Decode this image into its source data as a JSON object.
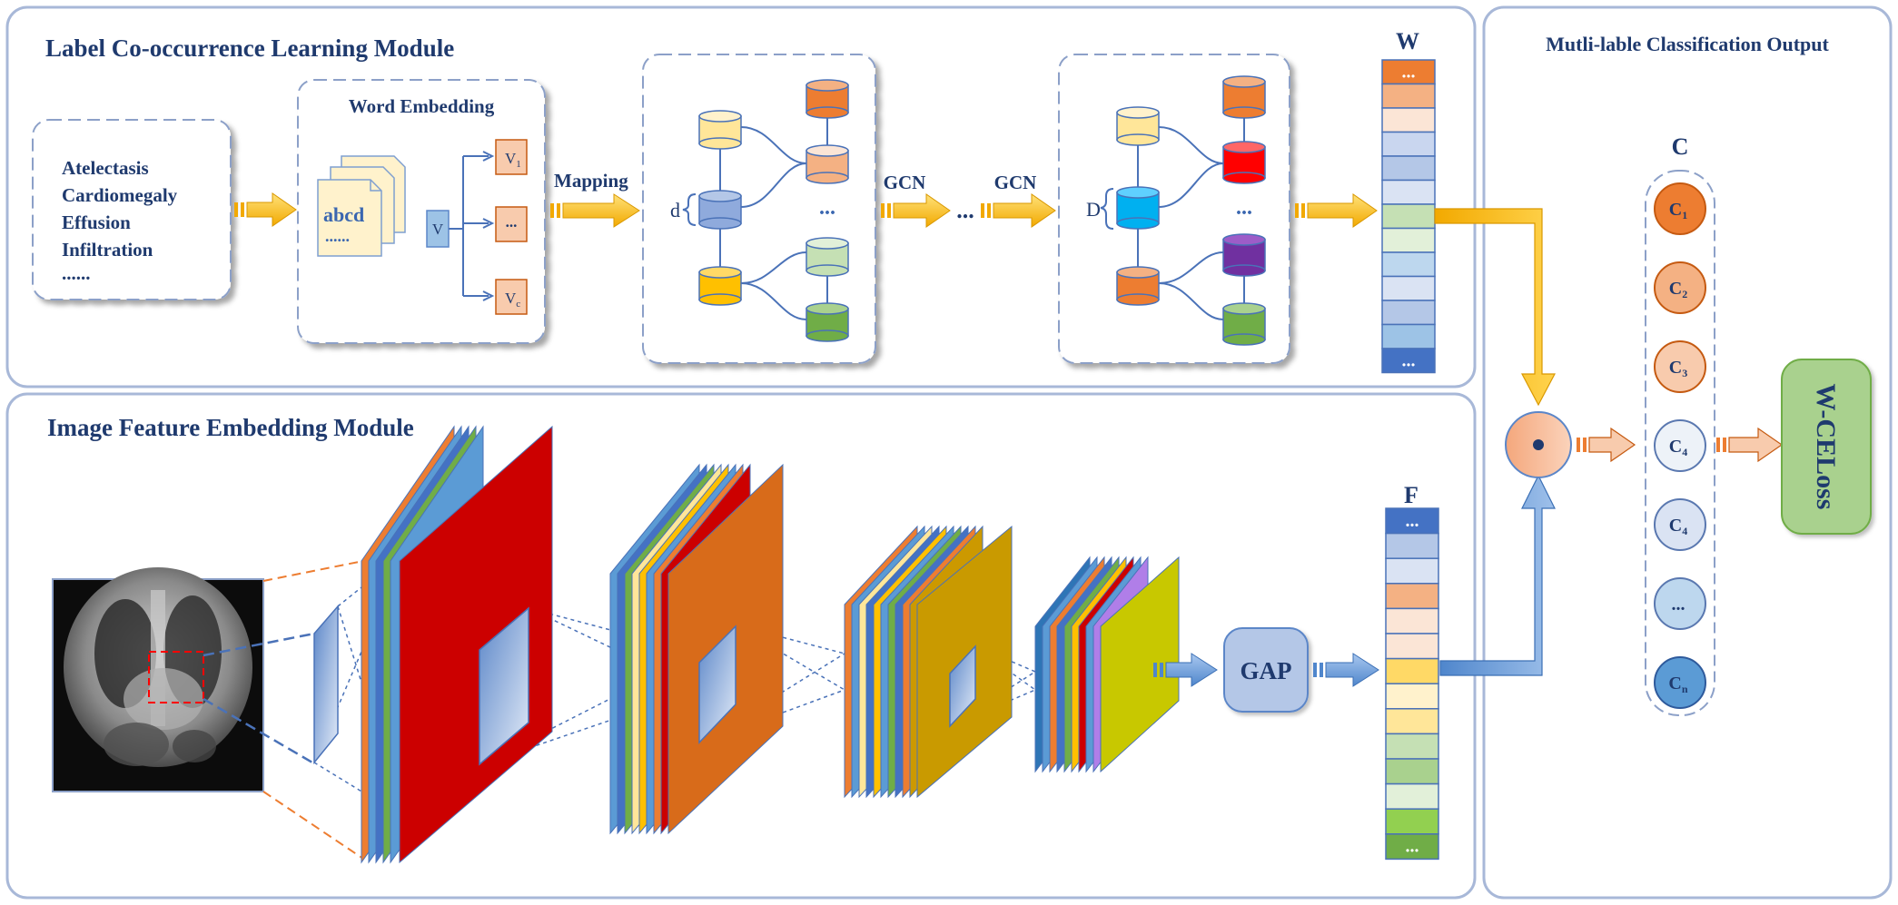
{
  "panels": {
    "label_module_title": "Label Co-occurrence Learning Module",
    "image_module_title": "Image Feature Embedding Module",
    "output_title": "Mutli-lable Classification Output"
  },
  "labels_box": {
    "items": [
      "Atelectasis",
      "Cardiomegaly",
      "Effusion",
      "Infiltration",
      "......"
    ]
  },
  "word_embedding": {
    "title": "Word Embedding",
    "doc_text": "abcd",
    "doc_dots": "......",
    "v_label": "V",
    "outputs": [
      "V",
      "...",
      "V"
    ],
    "output_subs": [
      "1",
      "",
      "c"
    ]
  },
  "arrows": {
    "mapping": "Mapping",
    "gcn1": "GCN",
    "gcn2": "GCN",
    "gcn_dots": "..."
  },
  "graph1": {
    "dim_label": "d",
    "dots": "..."
  },
  "graph2": {
    "dim_label": "D",
    "dots": "..."
  },
  "w_vector": {
    "title": "W",
    "top": "...",
    "bottom": "...",
    "colors": [
      "#f4b183",
      "#fbe5d6",
      "#c9d6ef",
      "#b4c7e7",
      "#dae3f3",
      "#c5e0b4",
      "#e2f0d9",
      "#bdd7ee",
      "#dae3f3",
      "#b4c7e7",
      "#9dc3e6"
    ]
  },
  "f_vector": {
    "title": "F",
    "top": "...",
    "bottom": "...",
    "colors": [
      "#b4c7e7",
      "#dae3f3",
      "#f4b183",
      "#fbe5d6",
      "#fbe5d6",
      "#ffd966",
      "#fff2cc",
      "#ffe699",
      "#c5e0b4",
      "#a9d18e",
      "#e2f0d9",
      "#92d050"
    ]
  },
  "gap": {
    "label": "GAP"
  },
  "fusion": {
    "symbol": "•"
  },
  "classifier": {
    "title": "C",
    "nodes": [
      {
        "main": "C",
        "sub": "1",
        "fill": "#ed7d31",
        "stroke": "#c55a11"
      },
      {
        "main": "C",
        "sub": "2",
        "fill": "#f4b183",
        "stroke": "#c55a11"
      },
      {
        "main": "C",
        "sub": "3",
        "fill": "#f8cbad",
        "stroke": "#c55a11"
      },
      {
        "main": "C",
        "sub": "4",
        "fill": "#edf2f8",
        "stroke": "#5a78b0"
      },
      {
        "main": "C",
        "sub": "4",
        "fill": "#dae3f3",
        "stroke": "#5a78b0"
      },
      {
        "main": "...",
        "sub": "",
        "fill": "#bdd7ee",
        "stroke": "#5a78b0"
      },
      {
        "main": "C",
        "sub": "n",
        "fill": "#5b9bd5",
        "stroke": "#2e5a9c"
      }
    ]
  },
  "loss": {
    "label": "W-CELoss"
  },
  "colors": {
    "panel_border": "#a8b8d8",
    "arrow_gold": "#f5b800",
    "arrow_blue": "#5b8fd0",
    "navy_text": "#1f3a6e"
  }
}
